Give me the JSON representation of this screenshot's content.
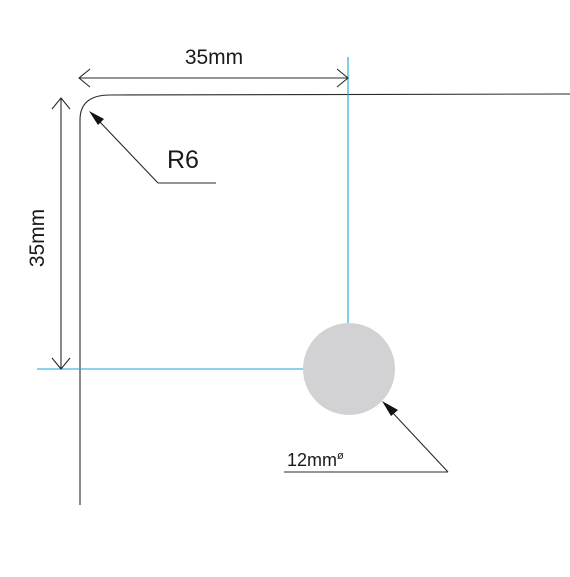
{
  "dimensions": {
    "width_label": "35mm",
    "height_label": "35mm",
    "radius_label": "R6",
    "hole_label": "12mm",
    "hole_symbol": "ø"
  },
  "colors": {
    "outline": "#2b2b2b",
    "guide": "#1aa6d9",
    "hole_fill": "#d2d2d4",
    "text": "#1a1a1a"
  }
}
